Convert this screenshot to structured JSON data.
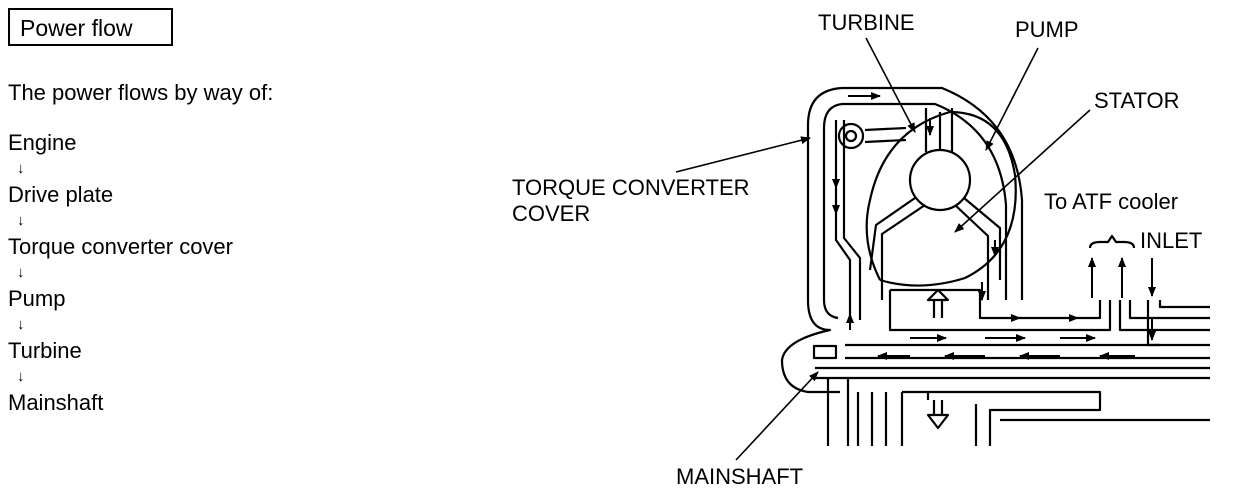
{
  "header": {
    "title": "Power flow"
  },
  "intro": "The power flows by way of:",
  "flow": {
    "arrow": "↓",
    "steps": [
      "Engine",
      "Drive plate",
      "Torque converter cover",
      "Pump",
      "Turbine",
      "Mainshaft"
    ]
  },
  "diagram": {
    "labels": {
      "turbine": "TURBINE",
      "pump": "PUMP",
      "stator": "STATOR",
      "cover_line1": "TORQUE CONVERTER",
      "cover_line2": "COVER",
      "atf_cooler": "To ATF cooler",
      "inlet": "INLET",
      "mainshaft": "MAINSHAFT"
    }
  },
  "colors": {
    "ink": "#000000",
    "background": "#ffffff"
  }
}
